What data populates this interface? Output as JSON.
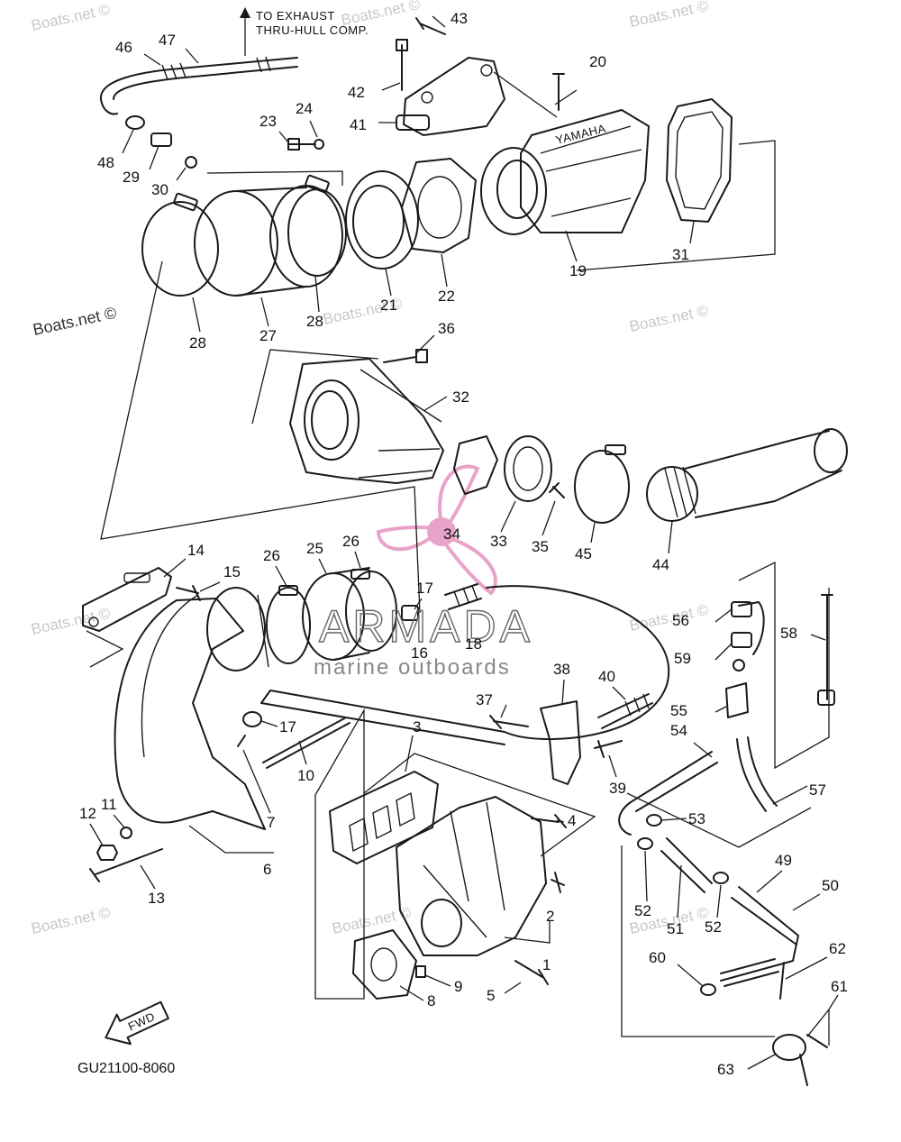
{
  "note": {
    "line1": "TO EXHAUST",
    "line2": "THRU-HULL COMP."
  },
  "engraving": "YAMAHA",
  "fwd_label": "FWD",
  "diagram_code": "GU21100-8060",
  "watermarks": {
    "site": "Boats.net ©",
    "brand": "ARMADA",
    "brand_sub": "marine outboards"
  },
  "colors": {
    "brand_pink": "#e8a3c8",
    "line": "#1a1a1a"
  },
  "callouts": {
    "c1": "1",
    "c2": "2",
    "c3": "3",
    "c4": "4",
    "c5": "5",
    "c6": "6",
    "c7": "7",
    "c8": "8",
    "c9": "9",
    "c10": "10",
    "c11": "11",
    "c12": "12",
    "c13": "13",
    "c14": "14",
    "c15": "15",
    "c16": "16",
    "c17a": "17",
    "c17b": "17",
    "c18": "18",
    "c19": "19",
    "c20": "20",
    "c21": "21",
    "c22": "22",
    "c23": "23",
    "c24": "24",
    "c25": "25",
    "c26a": "26",
    "c26b": "26",
    "c27": "27",
    "c28a": "28",
    "c28b": "28",
    "c29": "29",
    "c30": "30",
    "c31": "31",
    "c32": "32",
    "c33": "33",
    "c34": "34",
    "c35": "35",
    "c36": "36",
    "c37": "37",
    "c38": "38",
    "c39": "39",
    "c40": "40",
    "c41": "41",
    "c42": "42",
    "c43": "43",
    "c44": "44",
    "c45": "45",
    "c46": "46",
    "c47": "47",
    "c48": "48",
    "c49": "49",
    "c50": "50",
    "c51": "51",
    "c52a": "52",
    "c52b": "52",
    "c53": "53",
    "c54": "54",
    "c55": "55",
    "c56": "56",
    "c57": "57",
    "c58": "58",
    "c59": "59",
    "c60": "60",
    "c61": "61",
    "c62": "62",
    "c63": "63"
  }
}
